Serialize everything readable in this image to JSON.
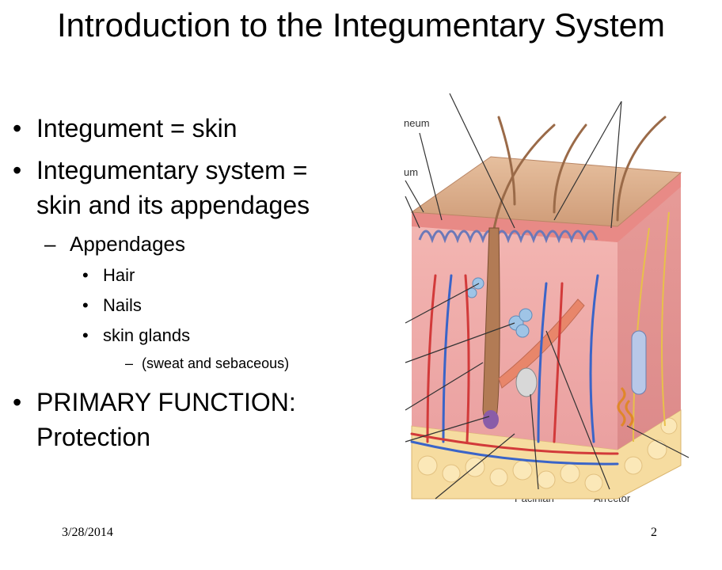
{
  "slide": {
    "title": "Introduction to the Integumentary System",
    "bullets": {
      "b1": "Integument = skin",
      "b2": "Integumentary system = skin and its appendages",
      "appendages": "Appendages",
      "hair": "Hair",
      "nails": "Nails",
      "glands": "skin glands",
      "glands_note": "(sweat and sebaceous)",
      "b3": "PRIMARY FUNCTION: Protection"
    },
    "figure": {
      "labels": {
        "l1": "neum",
        "l2": "um",
        "l3": "Pacinian",
        "l4": "Arrector"
      }
    },
    "footer": {
      "date": "3/28/2014",
      "page": "2"
    }
  }
}
